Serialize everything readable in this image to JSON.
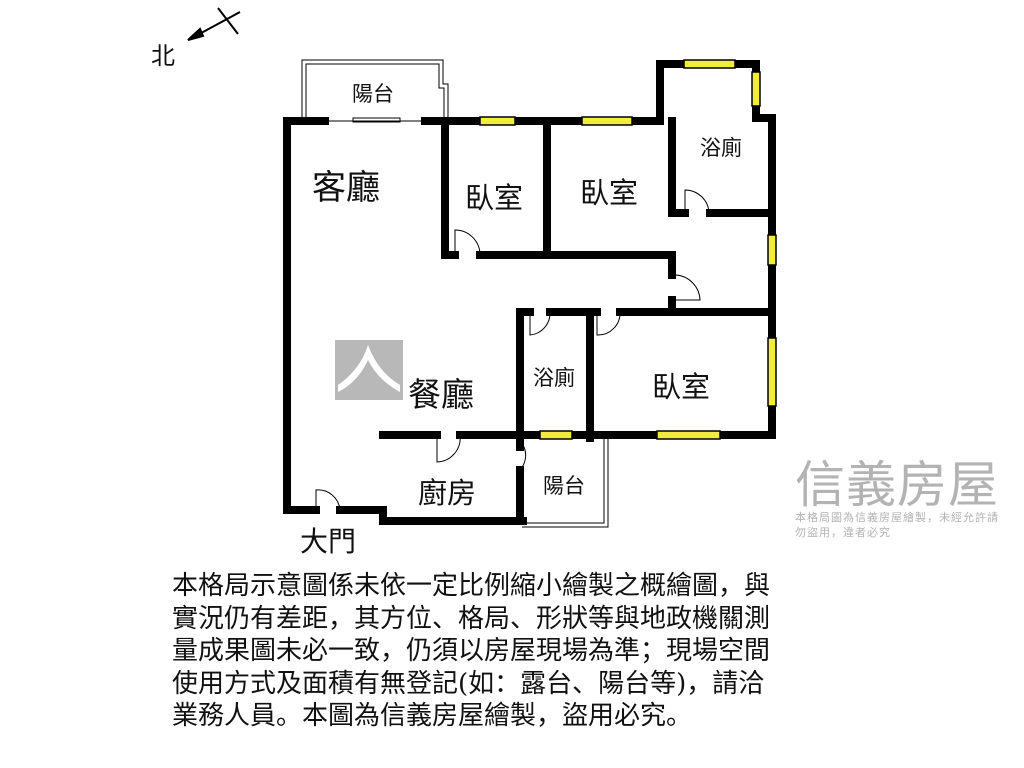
{
  "compass": {
    "label": "北"
  },
  "rooms": {
    "balcony_top": "陽台",
    "living": "客廳",
    "bedroom1": "臥室",
    "bedroom2": "臥室",
    "bath_top": "浴廁",
    "dining": "餐廳",
    "bath_mid": "浴廁",
    "bedroom3": "臥室",
    "kitchen": "廚房",
    "balcony_bottom": "陽台",
    "entrance": "大門"
  },
  "watermark": {
    "brand": "信義房屋",
    "notice": "本格局圖為信義房屋繪製，未經允許請勿盜用，違者必究"
  },
  "notes": [
    "本格局示意圖係未依一定比例縮小繪製之概繪圖，與",
    "實況仍有差距，其方位、格局、形狀等與地政機關測",
    "量成果圖未必一致，仍須以房屋現場為準；現場空間",
    "使用方式及面積有無登記(如：露台、陽台等)，請洽",
    "業務人員。本圖為信義房屋繪製，盜用必究。"
  ],
  "colors": {
    "wall": "#000000",
    "window": "#f2ec3a",
    "watermark": "#b3b3b3"
  }
}
